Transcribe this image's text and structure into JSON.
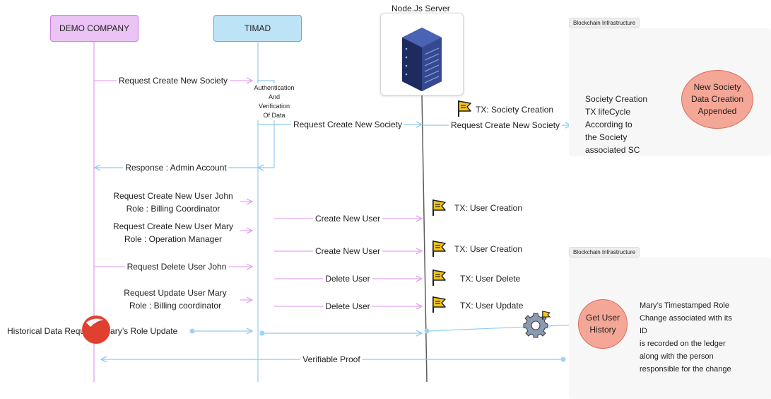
{
  "actors": {
    "demo": "DEMO COMPANY",
    "timad": "TIMAD",
    "node": "Node.Js Server"
  },
  "panels": {
    "top_tag": "Blockchain Infrastructure",
    "bottom_tag": "Blockchain Infrastructure"
  },
  "messages": {
    "m1": "Request Create New Society",
    "auth": [
      "Authentication",
      "And",
      "Verification",
      "Of Data"
    ],
    "m2": "Request Create New Society",
    "m3": "Request Create New Society",
    "m4": "Response : Admin Account",
    "m5": [
      "Request Create New User John",
      "Role : Billing Coordinator"
    ],
    "m6": "Create New User",
    "m7": [
      "Request Create New User Mary",
      "Role : Operation Manager"
    ],
    "m8": "Create New User",
    "m9": "Request Delete User John",
    "m10": "Delete User",
    "m11": [
      "Request Update User Mary",
      "Role : Billing coordinator"
    ],
    "m12": "Delete User",
    "m13": "Historical Data Request : Mary’s Role Update",
    "m14": "Verifiable Proof"
  },
  "transactions": {
    "t1": "TX: Society Creation",
    "t2": "TX: User Creation",
    "t3": "TX: User Creation",
    "t4": "TX: User Delete",
    "t5": "TX: User Update"
  },
  "circles": {
    "society": [
      "New Society",
      "Data Creation",
      "Appended"
    ],
    "history": [
      "Get User",
      "History"
    ]
  },
  "notes": {
    "society": [
      "Society Creation",
      "TX lifeCycle",
      "According to",
      "the Society",
      "associated SC"
    ],
    "history": [
      "Mary’s Timestamped Role",
      "Change associated with its",
      "ID",
      "is recorded on the ledger",
      "along with the person",
      "responsible for the change"
    ]
  },
  "colors": {
    "demo_fill": "#ebc3f5",
    "demo_border": "#c77ee0",
    "timad_fill": "#bde3f7",
    "timad_border": "#4ab0e6",
    "flag_yellow": "#f5c518",
    "circle_fill": "#f4a697"
  },
  "icons": [
    "server-icon",
    "flag-icon",
    "gear-icon",
    "sticker-icon"
  ]
}
